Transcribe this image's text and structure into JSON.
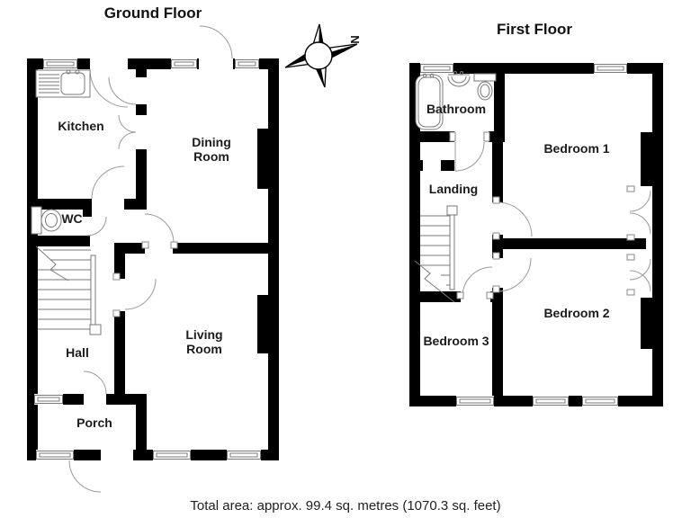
{
  "ground_floor": {
    "title": "Ground Floor",
    "rooms": {
      "kitchen": "Kitchen",
      "dining": {
        "line1": "Dining",
        "line2": "Room"
      },
      "wc": "WC",
      "hall": "Hall",
      "porch": "Porch",
      "living": {
        "line1": "Living",
        "line2": "Room"
      }
    }
  },
  "first_floor": {
    "title": "First Floor",
    "rooms": {
      "bathroom": "Bathroom",
      "landing": "Landing",
      "bedroom1": "Bedroom 1",
      "bedroom2": "Bedroom 2",
      "bedroom3": "Bedroom 3"
    }
  },
  "compass": {
    "north": "N"
  },
  "footer": {
    "text": "Total area: approx. 99.4 sq. metres (1070.3 sq. feet)"
  },
  "colors": {
    "wall": "#000000",
    "thin_line": "#7a7a7a",
    "door_arc": "#9a9a9a",
    "text": "#1c1c1c",
    "background": "#ffffff"
  }
}
